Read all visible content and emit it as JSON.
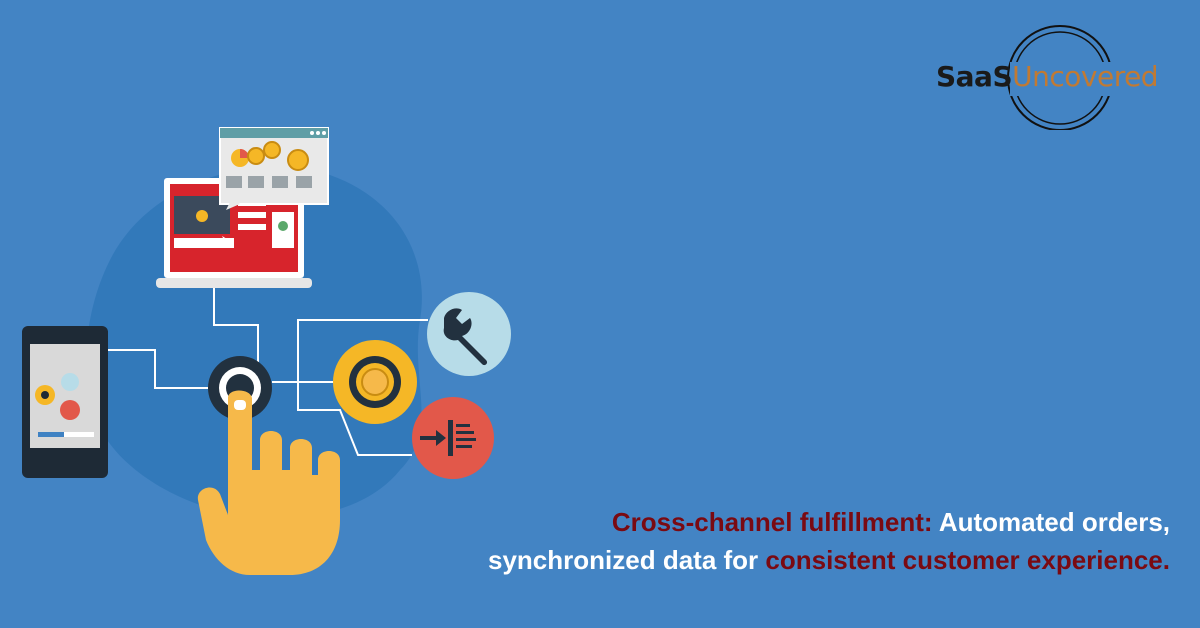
{
  "brand": {
    "name_part1": "SaaS",
    "name_part2": "Uncovered",
    "colors": {
      "part1": "#1a1a1a",
      "part2": "#c17a33"
    }
  },
  "headline": {
    "line1_highlight": "Cross-channel fulfillment:",
    "line1_rest": " Automated orders,",
    "line2_start": "synchronized data for ",
    "line2_highlight": "consistent customer experience."
  },
  "colors": {
    "background": "#4384c4",
    "highlight_text": "#7a0a12",
    "body_text": "#ffffff",
    "hand": "#f6b94a",
    "gear_circle": "#f5b726",
    "wrench_circle": "#b7dce8",
    "import_circle": "#e2584a"
  },
  "icons": [
    "laptop-icon",
    "dashboard-window-icon",
    "phone-icon",
    "touch-button-icon",
    "hand-pointer-icon",
    "wrench-icon",
    "gear-icon",
    "import-icon",
    "coin-icon"
  ]
}
